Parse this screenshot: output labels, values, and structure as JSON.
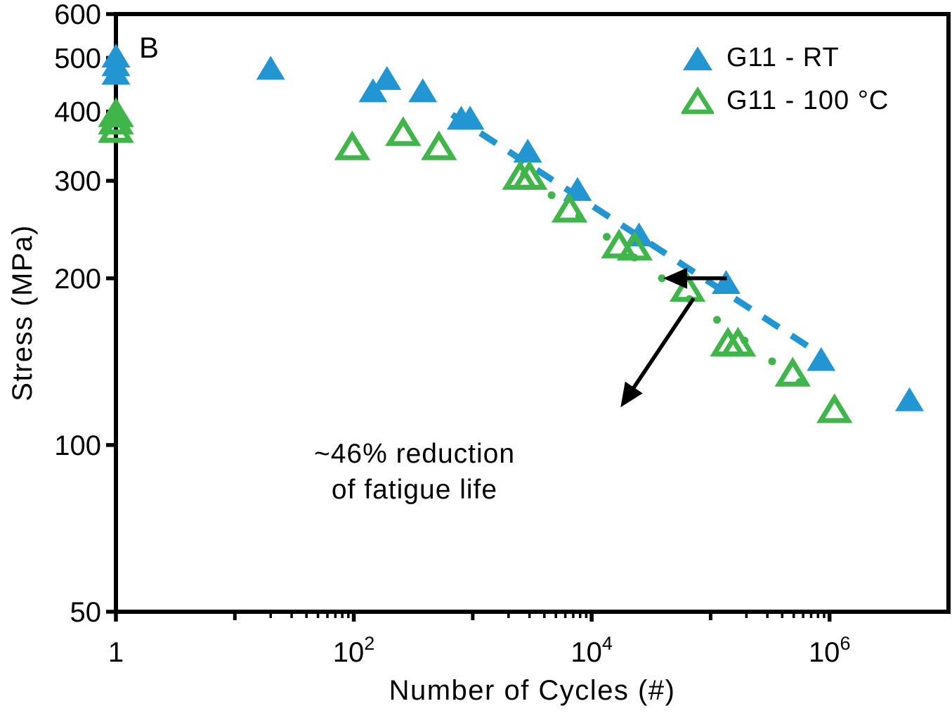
{
  "panel_label": "B",
  "legend": {
    "items": [
      {
        "label": "G11 - RT"
      },
      {
        "label": "G11 - 100 °C"
      }
    ]
  },
  "annotation": {
    "lines": [
      "~46% reduction",
      "of fatigue life"
    ]
  },
  "chart_data": {
    "type": "scatter",
    "x_axis": {
      "label": "Number of Cycles (#)",
      "scale": "log",
      "range": [
        1,
        10000000
      ],
      "major_ticks": [
        {
          "value": 1,
          "label": "1"
        },
        {
          "value": 100,
          "label": "10²",
          "base": "10",
          "exp": "2"
        },
        {
          "value": 10000,
          "label": "10⁴",
          "base": "10",
          "exp": "4"
        },
        {
          "value": 1000000,
          "label": "10⁶",
          "base": "10",
          "exp": "6"
        }
      ],
      "decade_ticks": [
        10,
        1000,
        100000
      ],
      "minor_tick_decades": [
        [
          10,
          100
        ],
        [
          1000,
          10000
        ],
        [
          100000,
          1000000
        ]
      ]
    },
    "y_axis": {
      "label": "Stress (MPa)",
      "scale": "log",
      "range": [
        50,
        600
      ],
      "ticks": [
        600,
        500,
        400,
        300,
        200,
        100,
        50
      ]
    },
    "series": [
      {
        "name": "G11 - RT",
        "color": "#2296D2",
        "marker": "triangle-filled",
        "points": [
          [
            1,
            505
          ],
          [
            1,
            487
          ],
          [
            1,
            470
          ],
          [
            20,
            480
          ],
          [
            145,
            437
          ],
          [
            190,
            460
          ],
          [
            380,
            437
          ],
          [
            800,
            390
          ],
          [
            950,
            390
          ],
          [
            2900,
            340
          ],
          [
            7600,
            290
          ],
          [
            25000,
            240
          ],
          [
            135000,
            197
          ],
          [
            850000,
            143
          ],
          [
            4700000,
            121
          ]
        ]
      },
      {
        "name": "G11 - 100 °C",
        "color": "#3FB54A",
        "marker": "triangle-open",
        "points": [
          [
            1,
            397
          ],
          [
            1,
            385
          ],
          [
            1,
            372
          ],
          [
            97,
            346
          ],
          [
            260,
            367
          ],
          [
            520,
            346
          ],
          [
            2500,
            306
          ],
          [
            3000,
            306
          ],
          [
            6500,
            267
          ],
          [
            17000,
            230
          ],
          [
            23000,
            228
          ],
          [
            64000,
            192
          ],
          [
            140000,
            153
          ],
          [
            170000,
            153
          ],
          [
            490000,
            135
          ],
          [
            1100000,
            116
          ]
        ]
      }
    ],
    "trend_lines": [
      {
        "series": "G11 - RT",
        "style": "dashed",
        "color": "#2296D2",
        "from": [
          670,
          395
        ],
        "to": [
          790000,
          147
        ]
      },
      {
        "series": "G11 - 100 °C",
        "style": "dotted",
        "color": "#3FB54A",
        "from": [
          2700,
          308
        ],
        "to": [
          712000,
          125
        ]
      }
    ],
    "arrows": [
      {
        "name": "reduction-arrow-horizontal",
        "color": "#000000",
        "from": [
          137000,
          200
        ],
        "to": [
          40000,
          200
        ]
      },
      {
        "name": "reduction-arrow-diagonal",
        "color": "#000000",
        "from": [
          72000,
          184
        ],
        "to": [
          17500,
          117
        ]
      }
    ]
  }
}
